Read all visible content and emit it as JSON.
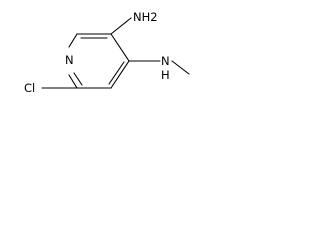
{
  "molecule": {
    "atoms": {
      "nh2": "NH2",
      "ring_n": "N",
      "cl": "Cl",
      "nh": "N",
      "nh_h": "H"
    }
  },
  "colors": {
    "bond": "#000000",
    "text": "#000000",
    "background": "#ffffff"
  }
}
